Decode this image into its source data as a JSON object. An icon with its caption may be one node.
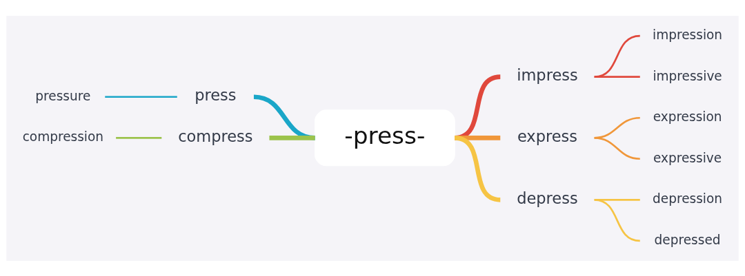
{
  "diagram": {
    "nodes": [
      {
        "text": [
          "-press-"
        ]
      },
      {
        "text": [
          "press"
        ]
      },
      {
        "text": [
          "pressure"
        ]
      },
      {
        "text": [
          "compress"
        ]
      },
      {
        "text": [
          "compression"
        ]
      },
      {
        "text": [
          "impress"
        ]
      },
      {
        "text": [
          "impression"
        ]
      },
      {
        "text": [
          "impressive"
        ]
      },
      {
        "text": [
          "express"
        ]
      },
      {
        "text": [
          "expression"
        ]
      },
      {
        "text": [
          "expressive"
        ]
      },
      {
        "text": [
          "depress"
        ]
      },
      {
        "text": [
          "depression"
        ]
      },
      {
        "text": [
          "depressed"
        ]
      }
    ],
    "edges": [
      {
        "from": 0,
        "to": 1,
        "arrow": "none",
        "style": "thick",
        "color": "#1aa6c8"
      },
      {
        "from": 1,
        "to": 2,
        "arrow": "none",
        "color": "#1aa6c8"
      },
      {
        "from": 0,
        "to": 3,
        "arrow": "none",
        "style": "thick",
        "color": "#9cc34c"
      },
      {
        "from": 3,
        "to": 4,
        "arrow": "none",
        "color": "#9cc34c"
      },
      {
        "from": 0,
        "to": 5,
        "arrow": "none",
        "style": "thick",
        "color": "#e0483c"
      },
      {
        "from": 5,
        "to": 6,
        "arrow": "none",
        "color": "#e0483c"
      },
      {
        "from": 5,
        "to": 7,
        "arrow": "none",
        "color": "#e0483c"
      },
      {
        "from": 0,
        "to": 8,
        "arrow": "none",
        "style": "thick",
        "color": "#f0973a"
      },
      {
        "from": 8,
        "to": 9,
        "arrow": "none",
        "color": "#f0973a"
      },
      {
        "from": 8,
        "to": 10,
        "arrow": "none",
        "color": "#f0973a"
      },
      {
        "from": 0,
        "to": 11,
        "arrow": "none",
        "style": "thick",
        "color": "#f6c444"
      },
      {
        "from": 11,
        "to": 12,
        "arrow": "none",
        "color": "#f6c444"
      },
      {
        "from": 11,
        "to": 13,
        "arrow": "none",
        "color": "#f6c444"
      }
    ]
  }
}
